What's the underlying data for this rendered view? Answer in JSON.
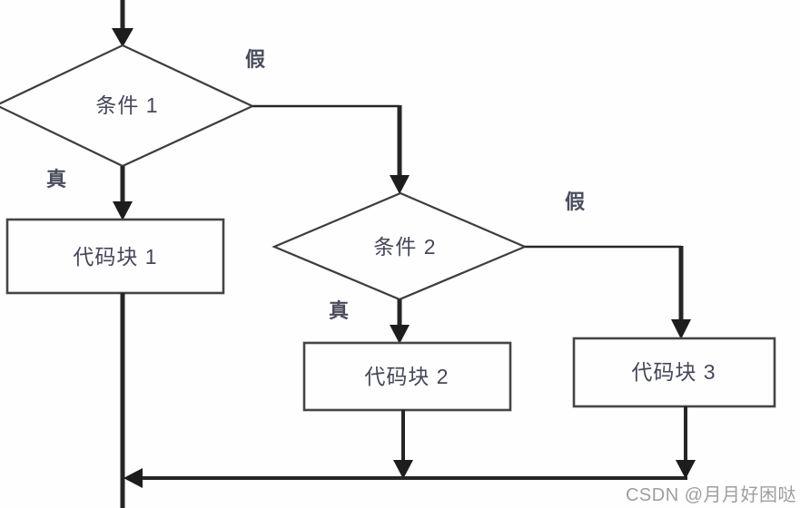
{
  "diagram": {
    "type": "flowchart-if-elseif-else",
    "background_color": "#fefefe",
    "line_color": "#262626",
    "shape_border_color": "#3d3d3d",
    "text_color": "#45475a",
    "nodes": {
      "condition1": "条件 1",
      "condition2": "条件 2",
      "block1": "代码块 1",
      "block2": "代码块 2",
      "block3": "代码块 3"
    },
    "branch_labels": {
      "cond1_true": "真",
      "cond1_false": "假",
      "cond2_true": "真",
      "cond2_false": "假"
    },
    "watermark": {
      "text": "CSDN @月月好困哒",
      "color": "#9e9e9e"
    }
  }
}
